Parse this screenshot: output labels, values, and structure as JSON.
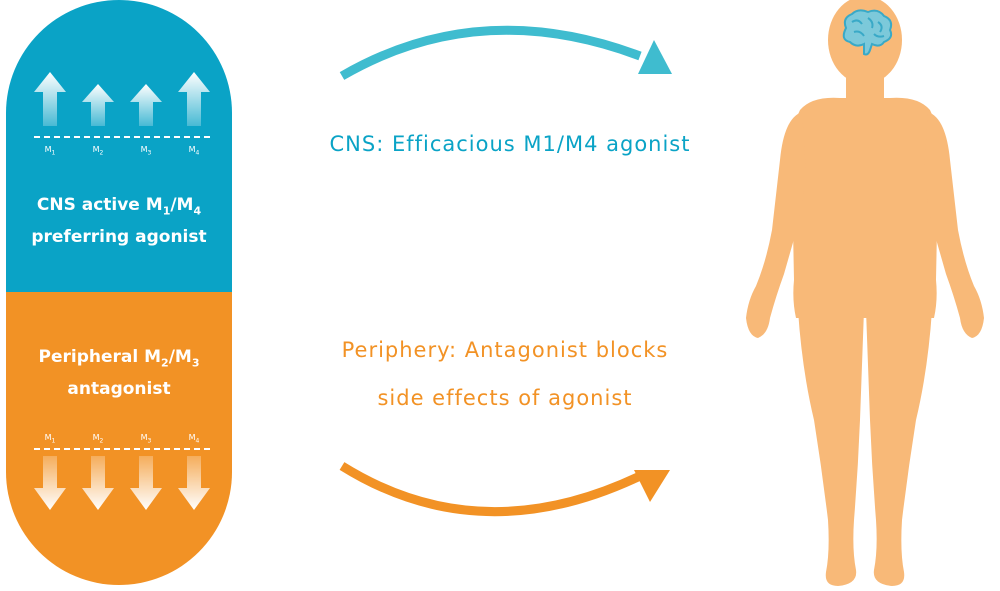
{
  "colors": {
    "cns": "#0aa3c6",
    "periphery": "#f29225",
    "body": "#f8b978",
    "brain": "#39a9c7",
    "arrow_blue": "#3fbccf",
    "arrow_orange": "#f29225"
  },
  "capsule": {
    "top": {
      "text_line1_prefix": "CNS active M",
      "text_line1_sub1": "1",
      "text_line1_mid": "/M",
      "text_line1_sub2": "4",
      "text_line2": "preferring agonist",
      "receptors": [
        {
          "letter": "M",
          "sub": "1"
        },
        {
          "letter": "M",
          "sub": "2"
        },
        {
          "letter": "M",
          "sub": "3"
        },
        {
          "letter": "M",
          "sub": "4"
        }
      ],
      "arrow_direction": "up"
    },
    "bottom": {
      "text_line1_prefix": "Peripheral M",
      "text_line1_sub1": "2",
      "text_line1_mid": "/M",
      "text_line1_sub2": "3",
      "text_line2": "antagonist",
      "receptors": [
        {
          "letter": "M",
          "sub": "1"
        },
        {
          "letter": "M",
          "sub": "2"
        },
        {
          "letter": "M",
          "sub": "3"
        },
        {
          "letter": "M",
          "sub": "4"
        }
      ],
      "arrow_direction": "down"
    }
  },
  "cns_caption": "CNS: Efficacious M1/M4 agonist",
  "periphery_caption_line1": "Periphery: Antagonist blocks",
  "periphery_caption_line2": "side effects of agonist",
  "icons": {
    "brain": "brain-icon",
    "body": "human-body-icon"
  }
}
